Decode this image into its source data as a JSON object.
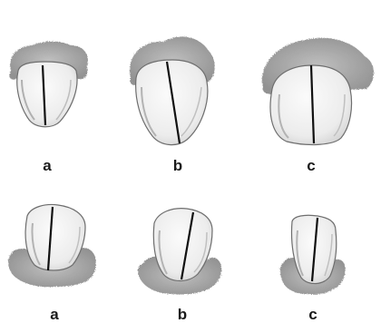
{
  "figure": {
    "top_row": {
      "labels": [
        "a",
        "b",
        "c"
      ],
      "icons": [
        "upper-incisor-narrow-icon",
        "upper-incisor-medium-icon",
        "upper-incisor-wide-icon"
      ]
    },
    "bottom_row": {
      "labels": [
        "a",
        "b",
        "c"
      ],
      "icons": [
        "lower-incisor-narrow-icon",
        "lower-incisor-medium-icon",
        "lower-incisor-slender-icon"
      ]
    },
    "colors": {
      "background": "#ffffff",
      "tooth_fill": "#f1f1f1",
      "gum_fill": "#9a9a9a",
      "midline": "#111111",
      "label": "#1a1a1a"
    }
  }
}
